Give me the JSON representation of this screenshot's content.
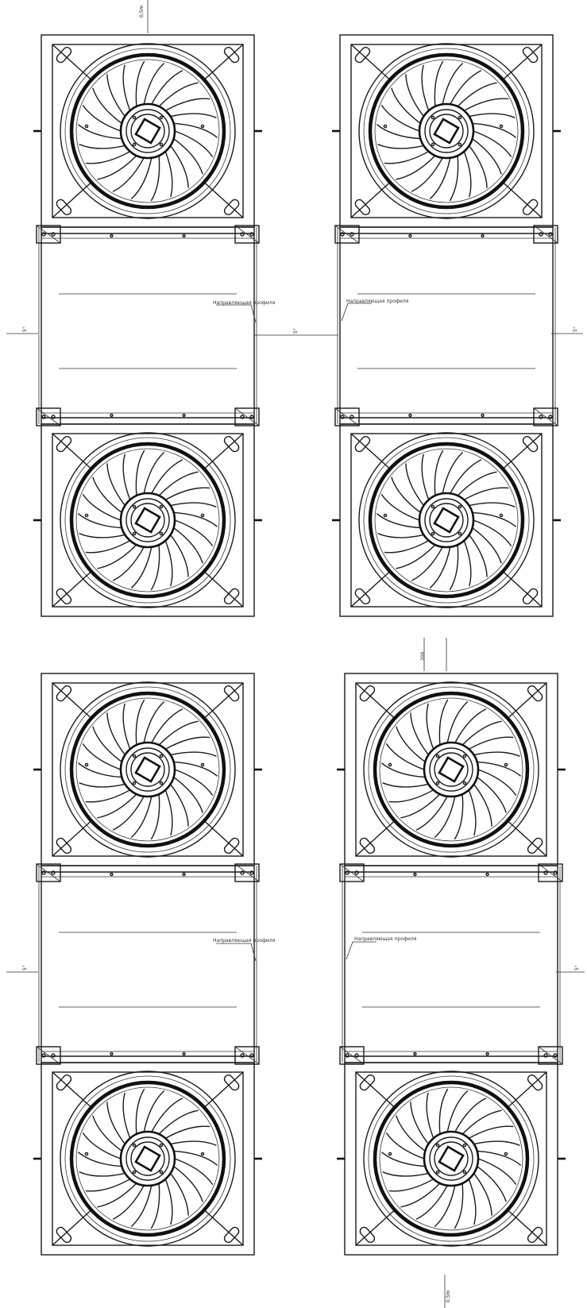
{
  "drawing": {
    "colors": {
      "line": "#1a1a1a",
      "background": "#ffffff"
    },
    "annotations": {
      "upper_left_label": "Направляющая профиля",
      "upper_right_label": "Направляющая профиля",
      "lower_left_label": "Направляющая профиля",
      "lower_right_label": "Направляющая профиля"
    },
    "dimensions": {
      "top": "0,5m",
      "bottom": "0,5m",
      "middle_gap": "200",
      "side_left_upper": "5°",
      "side_right_upper": "5°",
      "center_upper": "5°",
      "side_left_lower": "5°",
      "side_right_lower": "5°"
    },
    "units": [
      {
        "name": "unit-upper-left"
      },
      {
        "name": "unit-upper-right"
      },
      {
        "name": "unit-lower-left"
      },
      {
        "name": "unit-lower-right"
      }
    ]
  }
}
